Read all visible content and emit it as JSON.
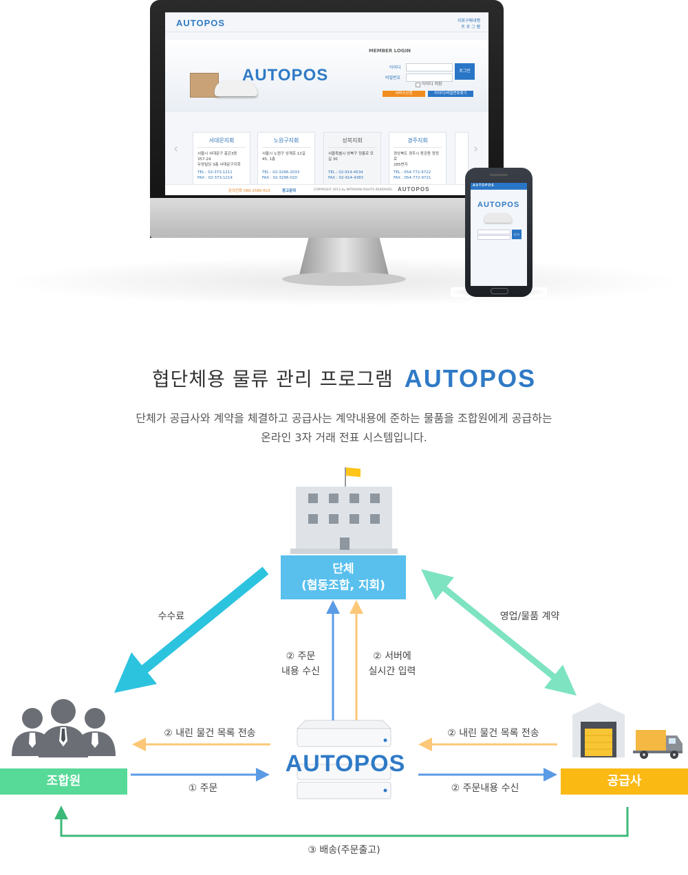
{
  "title": {
    "text": "협단체용 물류 관리 프로그램",
    "brand": "AUTOPOS"
  },
  "description": {
    "line1": "단체가 공급사와 계약을 체결하고 공급사는 계약내용에 준하는 물품을 조합원에게 공급하는",
    "line2": "온라인 3자 거래 전표 시스템입니다."
  },
  "website": {
    "logo": "AUTOPOS",
    "top_right_line1": "지회구매대행",
    "top_right_line2": "프 로 그 램",
    "member_login": "MEMBER LOGIN",
    "id_label": "아이디",
    "pw_label": "비밀번호",
    "login_button": "로그인",
    "save_id": "아이디 저장",
    "signup_button": "서비스신청",
    "find_button": "아이디/비밀번호찾기",
    "hero_logo": "AUTOPOS",
    "branches": [
      {
        "name": "서대문지회",
        "addr1": "서울시 서대문구 홍은3동 357-24",
        "addr2": "두양빌딩 3층 서대문구지회",
        "tel": "TEL : 02-373-1211",
        "fax": "FAX : 02-373-1214"
      },
      {
        "name": "노원구지회",
        "addr1": "서울시 노원구 상계로 12길 45, 1층",
        "addr2": "",
        "tel": "TEL : 02-3296-2033",
        "fax": "FAX : 02-3296-020"
      },
      {
        "name": "성북지회",
        "addr1": "서울특별시 성북구 정릉로 모길 30",
        "addr2": "",
        "tel": "TEL : 02-914-4534",
        "fax": "FAX : 02-914-4383"
      },
      {
        "name": "경주지회",
        "addr1": "경상북도 경주시 동강동 양정로",
        "addr2": "285번지",
        "tel": "TEL : 054-772-9722",
        "fax": "FAX : 054-772-9721"
      }
    ],
    "footer_phone": "문의전화 080-2580-615",
    "footer_ad": "광고문의",
    "footer_copy": "COPYRIGHT 2012 by INTRAVAN RIGHTS RESERVED.",
    "footer_logo": "AUTOPOS"
  },
  "mobile": {
    "logo": "AUTOPOS",
    "hero_logo": "AUTOPOS",
    "login": "로그인"
  },
  "diagram": {
    "org_line1": "단체",
    "org_line2": "(협동조합, 지회)",
    "member": "조합원",
    "supplier": "공급사",
    "center_brand": "AUTOPOS",
    "fee": "수수료",
    "contract": "영업/물품 계약",
    "order_recv_1": "② 주문",
    "order_recv_2": "내용 수신",
    "server_input_1": "② 서버에",
    "server_input_2": "실시간 입력",
    "list_send_left": "② 내린 물건 목록 전송",
    "list_send_right": "② 내린 물건 목록 전송",
    "order": "① 주문",
    "order_content_recv": "② 주문내용 수신",
    "delivery": "③ 배송(주문출고)"
  },
  "colors": {
    "cyan": "#2cc3df",
    "mint": "#7de3c0",
    "blue_arrow": "#5b9be6",
    "orange_arrow": "#fcc777",
    "green_line": "#3cb878",
    "brand_blue": "#2f7ac6"
  }
}
